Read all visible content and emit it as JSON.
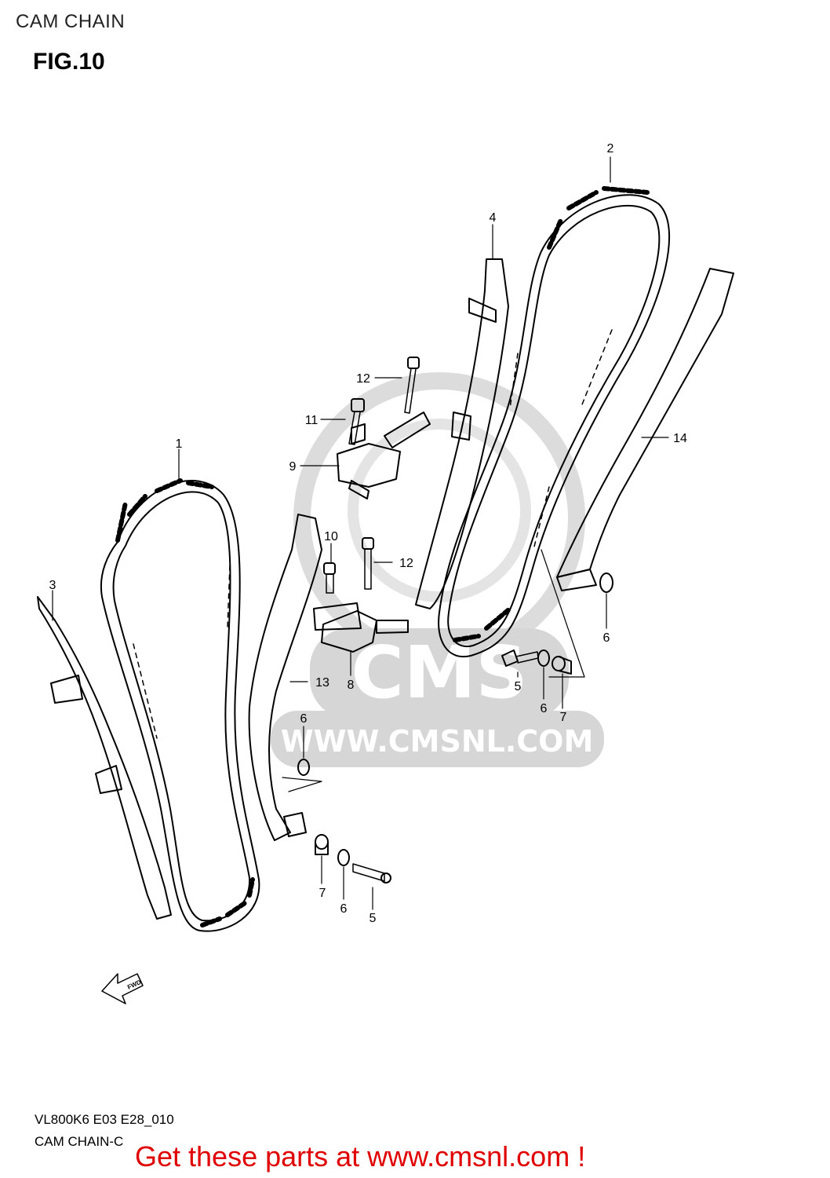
{
  "header": {
    "section_title": "CAM CHAIN",
    "figure_label": "FIG.10"
  },
  "watermark": {
    "brand": "CMS",
    "url": "WWW.CMSNL.COM"
  },
  "fwd_arrow_label": "FWD",
  "callouts": {
    "c1": "1",
    "c2": "2",
    "c3": "3",
    "c4": "4",
    "c5a": "5",
    "c5b": "5",
    "c6a": "6",
    "c6b": "6",
    "c6c": "6",
    "c6d": "6",
    "c7a": "7",
    "c7b": "7",
    "c8": "8",
    "c9": "9",
    "c10": "10",
    "c11": "11",
    "c12a": "12",
    "c12b": "12",
    "c13": "13",
    "c14": "14"
  },
  "footer": {
    "code": "VL800K6 E03 E28_010",
    "name": "CAM CHAIN-C",
    "promo": "Get these parts at www.cmsnl.com !"
  },
  "colors": {
    "line": "#000000",
    "watermark": "#d9d9d9",
    "promo": "#e00000"
  }
}
